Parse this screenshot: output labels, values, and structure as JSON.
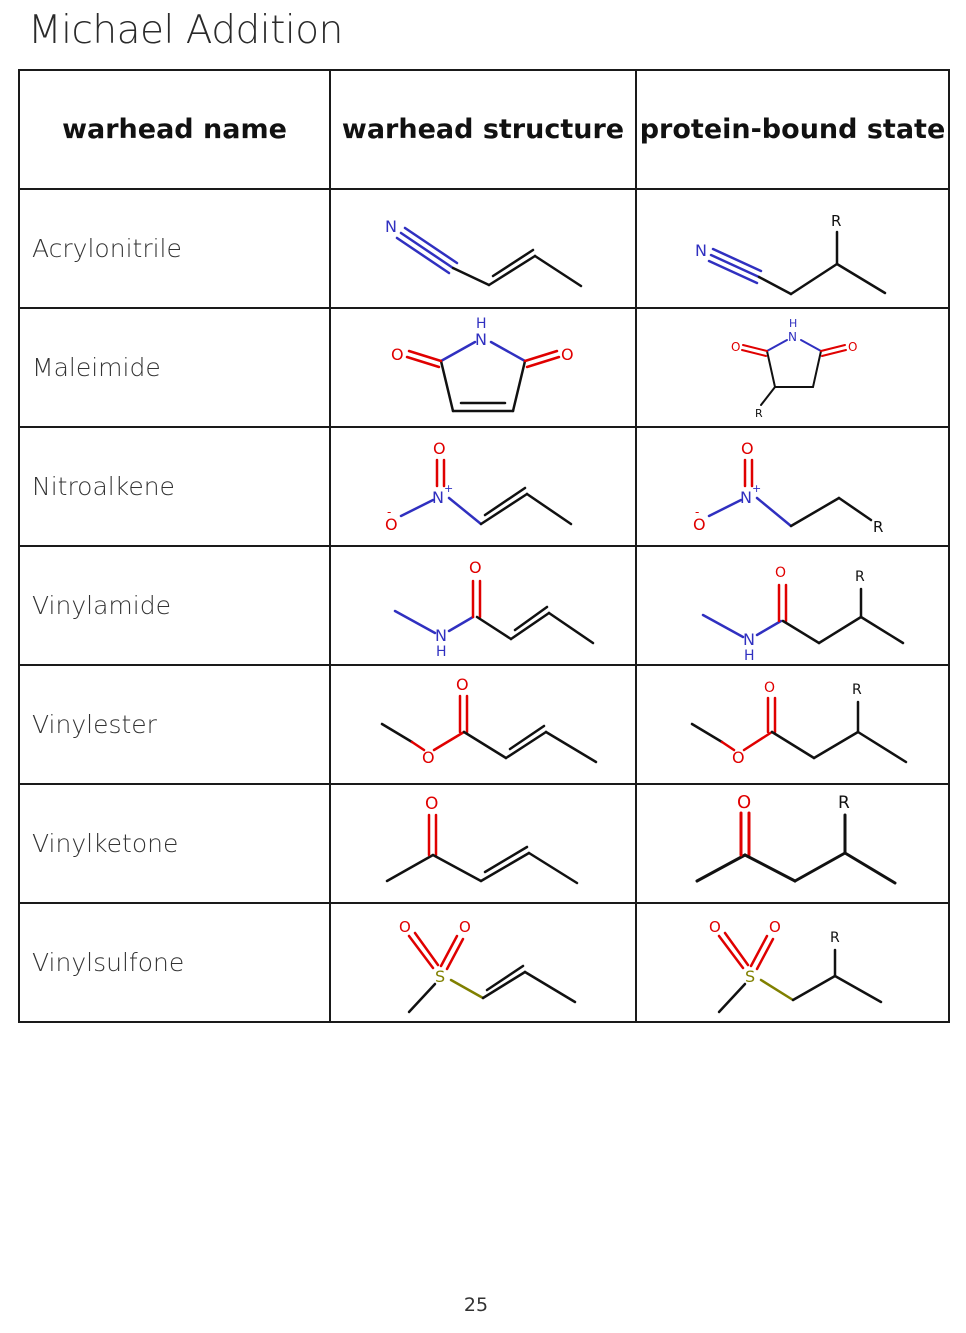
{
  "title": "Michael Addition",
  "headers": {
    "name": "warhead name",
    "structure": "warhead structure",
    "bound": "protein-bound state"
  },
  "rows": [
    {
      "name": "Acrylonitrile"
    },
    {
      "name": "Maleimide"
    },
    {
      "name": "Nitroalkene"
    },
    {
      "name": "Vinylamide"
    },
    {
      "name": "Vinylester"
    },
    {
      "name": "Vinylketone"
    },
    {
      "name": "Vinylsulfone"
    }
  ],
  "atoms": {
    "N": "N",
    "O": "O",
    "S": "S",
    "R": "R",
    "H": "H",
    "NH": "N",
    "Nplus": "N",
    "charge_plus": "+",
    "charge_minus": "-"
  },
  "colors": {
    "N": "#3030c0",
    "O": "#e00000",
    "S": "#808000",
    "bond": "#111111"
  },
  "page_number": "25"
}
